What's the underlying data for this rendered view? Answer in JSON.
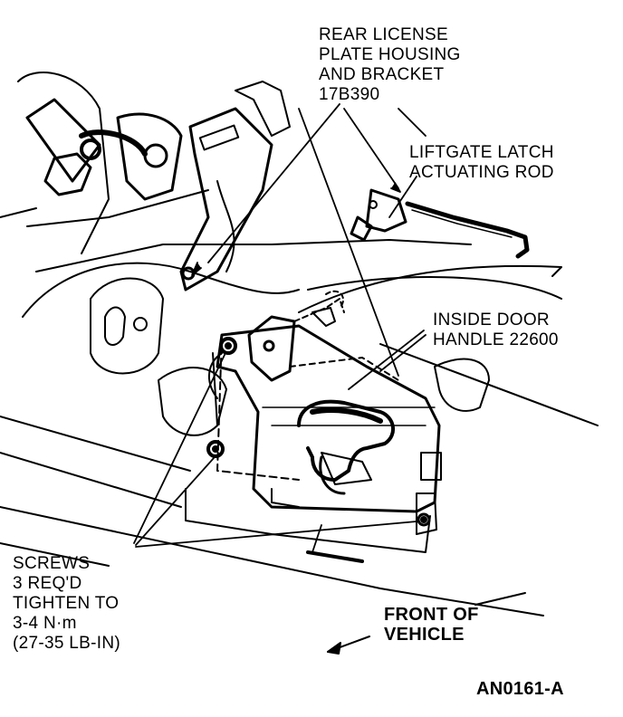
{
  "labels": {
    "license_plate": [
      "REAR LICENSE",
      "PLATE HOUSING",
      "AND BRACKET",
      "17B390"
    ],
    "latch_rod": [
      "LIFTGATE LATCH",
      "ACTUATING ROD"
    ],
    "door_handle": [
      "INSIDE DOOR",
      "HANDLE 22600"
    ],
    "screws": [
      "SCREWS",
      "3 REQ'D",
      "TIGHTEN TO",
      "3-4 N·m",
      "(27-35 LB-IN)"
    ],
    "front": [
      "FRONT OF",
      "VEHICLE"
    ]
  },
  "figure_code": "AN0161-A",
  "colors": {
    "ink": "#000000",
    "paper": "#ffffff"
  }
}
